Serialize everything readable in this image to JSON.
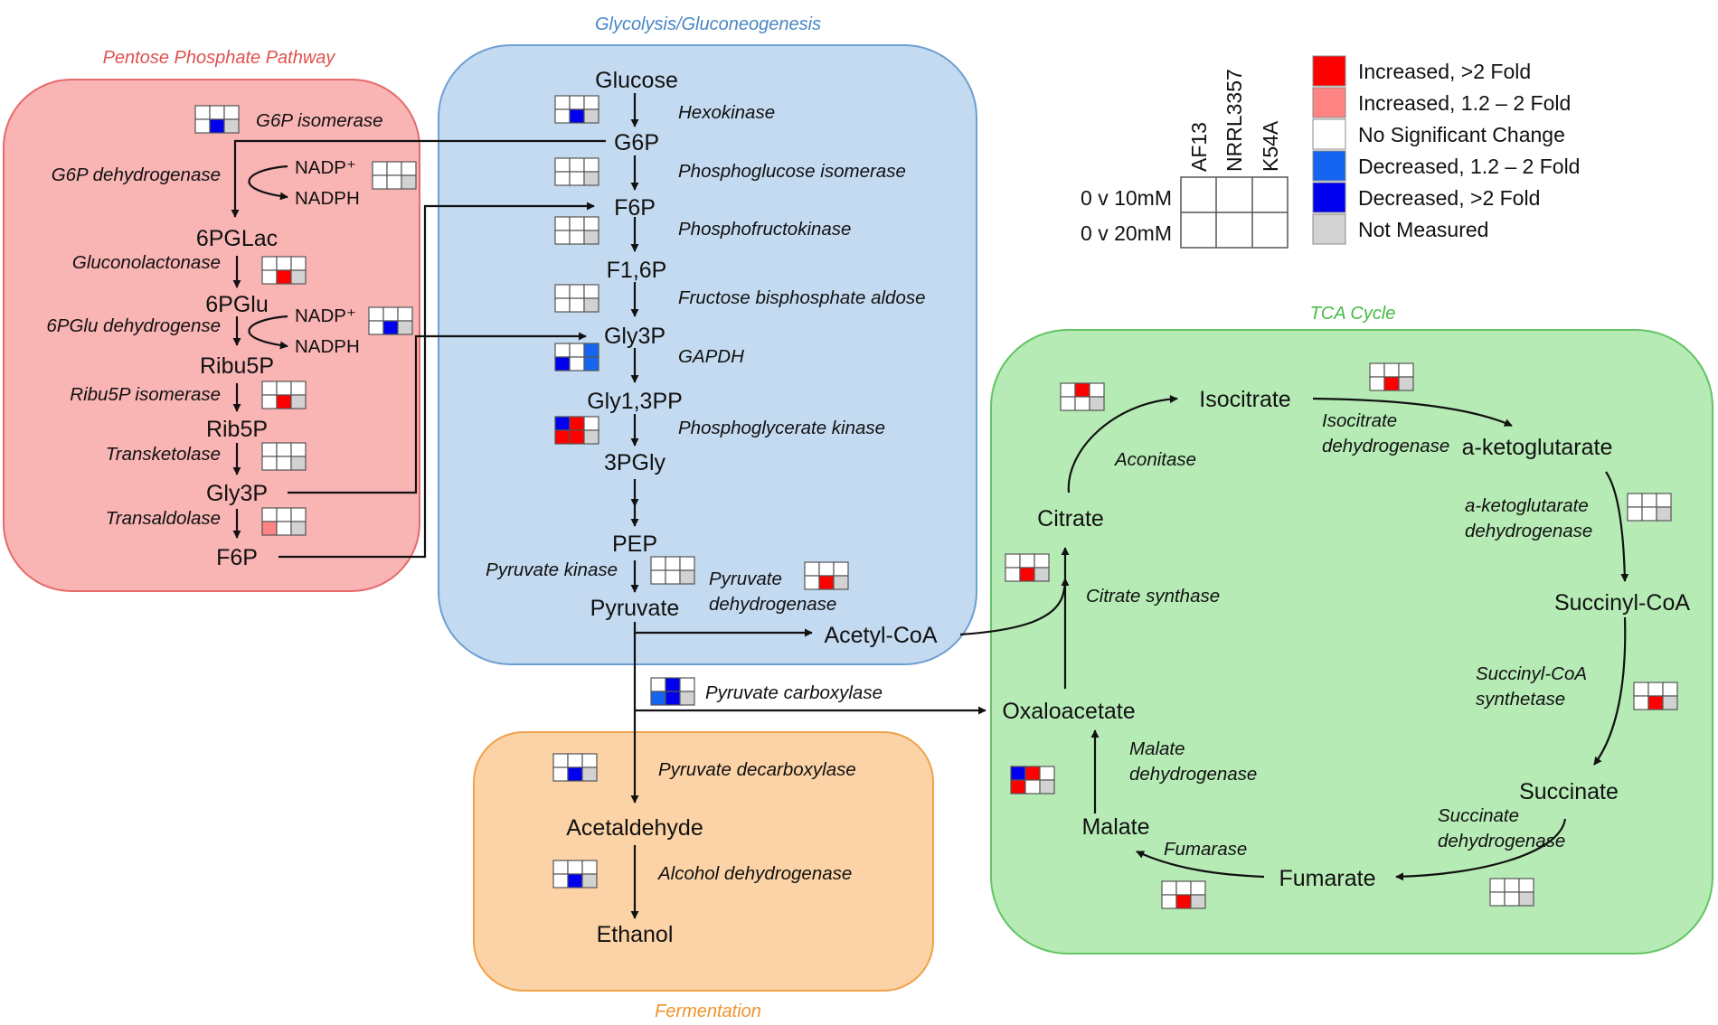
{
  "colors": {
    "inc2": "#ff0000",
    "inc1": "#ff8585",
    "none": "#ffffff",
    "dec1": "#1565f0",
    "dec2": "#0000ee",
    "na": "#d2d2d2",
    "ppp_fill": "#f9b4b4",
    "ppp_stroke": "#e56a6a",
    "ppp_title": "#e05050",
    "gly_fill": "#c3daf0",
    "gly_stroke": "#6d9fd2",
    "gly_title": "#4a86c5",
    "fer_fill": "#fbd3a6",
    "fer_stroke": "#f0a24a",
    "fer_title": "#f0932d",
    "tca_fill": "#b6ebb6",
    "tca_stroke": "#63c463",
    "tca_title": "#44bb44"
  },
  "groups": {
    "ppp": {
      "title": "Pentose Phosphate Pathway"
    },
    "glycolysis": {
      "title": "Glycolysis/Gluconeogenesis"
    },
    "fermentation": {
      "title": "Fermentation"
    },
    "tca": {
      "title": "TCA Cycle"
    }
  },
  "legend": {
    "strains": [
      "AF13",
      "NRRL3357",
      "K54A"
    ],
    "comparisons": [
      "0 v 10mM",
      "0 v 20mM"
    ],
    "items": [
      {
        "color": "inc2",
        "label": "Increased, >2 Fold"
      },
      {
        "color": "inc1",
        "label": "Increased, 1.2 – 2 Fold"
      },
      {
        "color": "none",
        "label": "No Significant Change"
      },
      {
        "color": "dec1",
        "label": "Decreased, 1.2 – 2 Fold"
      },
      {
        "color": "dec2",
        "label": "Decreased, >2 Fold"
      },
      {
        "color": "na",
        "label": "Not Measured"
      }
    ]
  },
  "metabolites": {
    "glucose": "Glucose",
    "g6p": "G6P",
    "f6p": "F6P",
    "f16p": "F1,6P",
    "gly3p": "Gly3P",
    "gly13pp": "Gly1,3PP",
    "pgly3": "3PGly",
    "pep": "PEP",
    "pyruvate": "Pyruvate",
    "acetylcoa": "Acetyl-CoA",
    "acetaldehyde": "Acetaldehyde",
    "ethanol": "Ethanol",
    "pglac6": "6PGLac",
    "pglu6": "6PGlu",
    "ribu5p": "Ribu5P",
    "rib5p": "Rib5P",
    "ppp_gly3p": "Gly3P",
    "ppp_f6p": "F6P",
    "nadp1": "NADP⁺",
    "nadph1": "NADPH",
    "nadp2": "NADP⁺",
    "nadph2": "NADPH",
    "isocitrate": "Isocitrate",
    "akg": "a-ketoglutarate",
    "succinylcoa": "Succinyl-CoA",
    "succinate": "Succinate",
    "fumarate": "Fumarate",
    "malate": "Malate",
    "oxaloacetate": "Oxaloacetate",
    "citrate": "Citrate"
  },
  "enzymes": [
    {
      "id": "hexokinase",
      "lines": [
        "Hexokinase"
      ],
      "cells": [
        "none",
        "none",
        "none",
        "none",
        "dec2",
        "na"
      ]
    },
    {
      "id": "pgi",
      "lines": [
        "Phosphoglucose isomerase"
      ],
      "cells": [
        "none",
        "none",
        "none",
        "none",
        "none",
        "na"
      ]
    },
    {
      "id": "pfk",
      "lines": [
        "Phosphofructokinase"
      ],
      "cells": [
        "none",
        "none",
        "none",
        "none",
        "none",
        "na"
      ]
    },
    {
      "id": "aldolase",
      "lines": [
        "Fructose bisphosphate aldose"
      ],
      "cells": [
        "none",
        "none",
        "none",
        "none",
        "none",
        "na"
      ]
    },
    {
      "id": "gapdh",
      "lines": [
        "GAPDH"
      ],
      "cells": [
        "none",
        "none",
        "dec1",
        "dec2",
        "none",
        "dec1"
      ]
    },
    {
      "id": "pgk",
      "lines": [
        "Phosphoglycerate kinase"
      ],
      "cells": [
        "dec2",
        "inc2",
        "none",
        "inc2",
        "inc2",
        "na"
      ]
    },
    {
      "id": "pyk",
      "lines": [
        "Pyruvate kinase"
      ],
      "cells": [
        "none",
        "none",
        "none",
        "none",
        "none",
        "na"
      ]
    },
    {
      "id": "pdh",
      "lines": [
        "Pyruvate",
        "dehydrogenase"
      ],
      "cells": [
        "none",
        "none",
        "none",
        "none",
        "inc2",
        "na"
      ]
    },
    {
      "id": "pc",
      "lines": [
        "Pyruvate carboxylase"
      ],
      "cells": [
        "none",
        "dec2",
        "none",
        "dec1",
        "dec2",
        "na"
      ]
    },
    {
      "id": "pdc",
      "lines": [
        "Pyruvate decarboxylase"
      ],
      "cells": [
        "none",
        "none",
        "none",
        "none",
        "dec2",
        "na"
      ]
    },
    {
      "id": "adh",
      "lines": [
        "Alcohol dehydrogenase"
      ],
      "cells": [
        "none",
        "none",
        "none",
        "none",
        "dec2",
        "na"
      ]
    },
    {
      "id": "g6pi",
      "lines": [
        "G6P isomerase"
      ],
      "cells": [
        "none",
        "none",
        "none",
        "none",
        "dec2",
        "na"
      ]
    },
    {
      "id": "g6pdh",
      "lines": [
        "G6P dehydrogenase"
      ],
      "cells": [
        "none",
        "none",
        "none",
        "none",
        "none",
        "na"
      ]
    },
    {
      "id": "gluconolactonase",
      "lines": [
        "Gluconolactonase"
      ],
      "cells": [
        "none",
        "none",
        "none",
        "none",
        "inc2",
        "na"
      ]
    },
    {
      "id": "pgdh",
      "lines": [
        "6PGlu dehydrogense"
      ],
      "cells": [
        "none",
        "none",
        "none",
        "none",
        "dec2",
        "na"
      ]
    },
    {
      "id": "r5pi",
      "lines": [
        "Ribu5P isomerase"
      ],
      "cells": [
        "none",
        "none",
        "none",
        "none",
        "inc2",
        "na"
      ]
    },
    {
      "id": "tkt",
      "lines": [
        "Transketolase"
      ],
      "cells": [
        "none",
        "none",
        "none",
        "none",
        "none",
        "na"
      ]
    },
    {
      "id": "tal",
      "lines": [
        "Transaldolase"
      ],
      "cells": [
        "none",
        "none",
        "none",
        "inc1",
        "none",
        "na"
      ]
    },
    {
      "id": "aconitase",
      "lines": [
        "Aconitase"
      ],
      "cells": [
        "none",
        "inc2",
        "none",
        "none",
        "none",
        "na"
      ]
    },
    {
      "id": "idh",
      "lines": [
        "Isocitrate",
        "dehydrogenase"
      ],
      "cells": [
        "none",
        "none",
        "none",
        "none",
        "inc2",
        "na"
      ]
    },
    {
      "id": "akgdh",
      "lines": [
        "a-ketoglutarate",
        "dehydrogenase"
      ],
      "cells": [
        "none",
        "none",
        "none",
        "none",
        "none",
        "na"
      ]
    },
    {
      "id": "scs",
      "lines": [
        "Succinyl-CoA",
        "synthetase"
      ],
      "cells": [
        "none",
        "none",
        "none",
        "none",
        "inc2",
        "na"
      ]
    },
    {
      "id": "sdh",
      "lines": [
        "Succinate",
        "dehydrogenase"
      ],
      "cells": [
        "none",
        "none",
        "none",
        "none",
        "none",
        "na"
      ]
    },
    {
      "id": "fumarase",
      "lines": [
        "Fumarase"
      ],
      "cells": [
        "none",
        "none",
        "none",
        "none",
        "inc2",
        "na"
      ]
    },
    {
      "id": "mdh",
      "lines": [
        "Malate",
        "dehydrogenase"
      ],
      "cells": [
        "dec2",
        "inc2",
        "none",
        "inc2",
        "none",
        "na"
      ]
    },
    {
      "id": "cs",
      "lines": [
        "Citrate synthase"
      ],
      "cells": [
        "none",
        "none",
        "none",
        "none",
        "inc2",
        "na"
      ]
    }
  ]
}
